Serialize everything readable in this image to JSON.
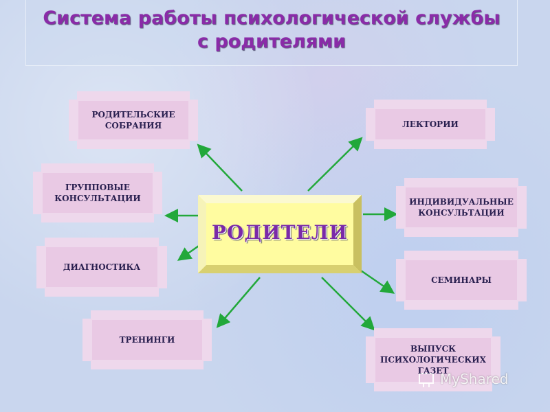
{
  "title": {
    "line1": "Система работы психологической службы",
    "line2": "с родителями"
  },
  "center_label": "РОДИТЕЛИ",
  "nodes": {
    "meetings": {
      "line1": "РОДИТЕЛЬСКИЕ",
      "line2": "СОБРАНИЯ"
    },
    "group_consult": {
      "line1": "ГРУППОВЫЕ",
      "line2": "КОНСУЛЬТАЦИИ"
    },
    "diagnostics": {
      "line1": "ДИАГНОСТИКА"
    },
    "trainings": {
      "line1": "ТРЕНИНГИ"
    },
    "lectures": {
      "line1": "ЛЕКТОРИИ"
    },
    "individual_consult": {
      "line1": "ИНДИВИДУАЛЬНЫЕ",
      "line2": "КОНСУЛЬТАЦИИ"
    },
    "seminars": {
      "line1": "СЕМИНАРЫ"
    },
    "newspapers": {
      "line1": "ВЫПУСК",
      "line2": "ПСИХОЛОГИЧЕСКИХ",
      "line3": "ГАЗЕТ"
    }
  },
  "watermark": "MyShared",
  "colors": {
    "title": "#8a2ba8",
    "center_fill": "#fffca0",
    "node_fill": "#eed8ec",
    "arrow": "#22a83a",
    "background": "#c9d6ee"
  }
}
